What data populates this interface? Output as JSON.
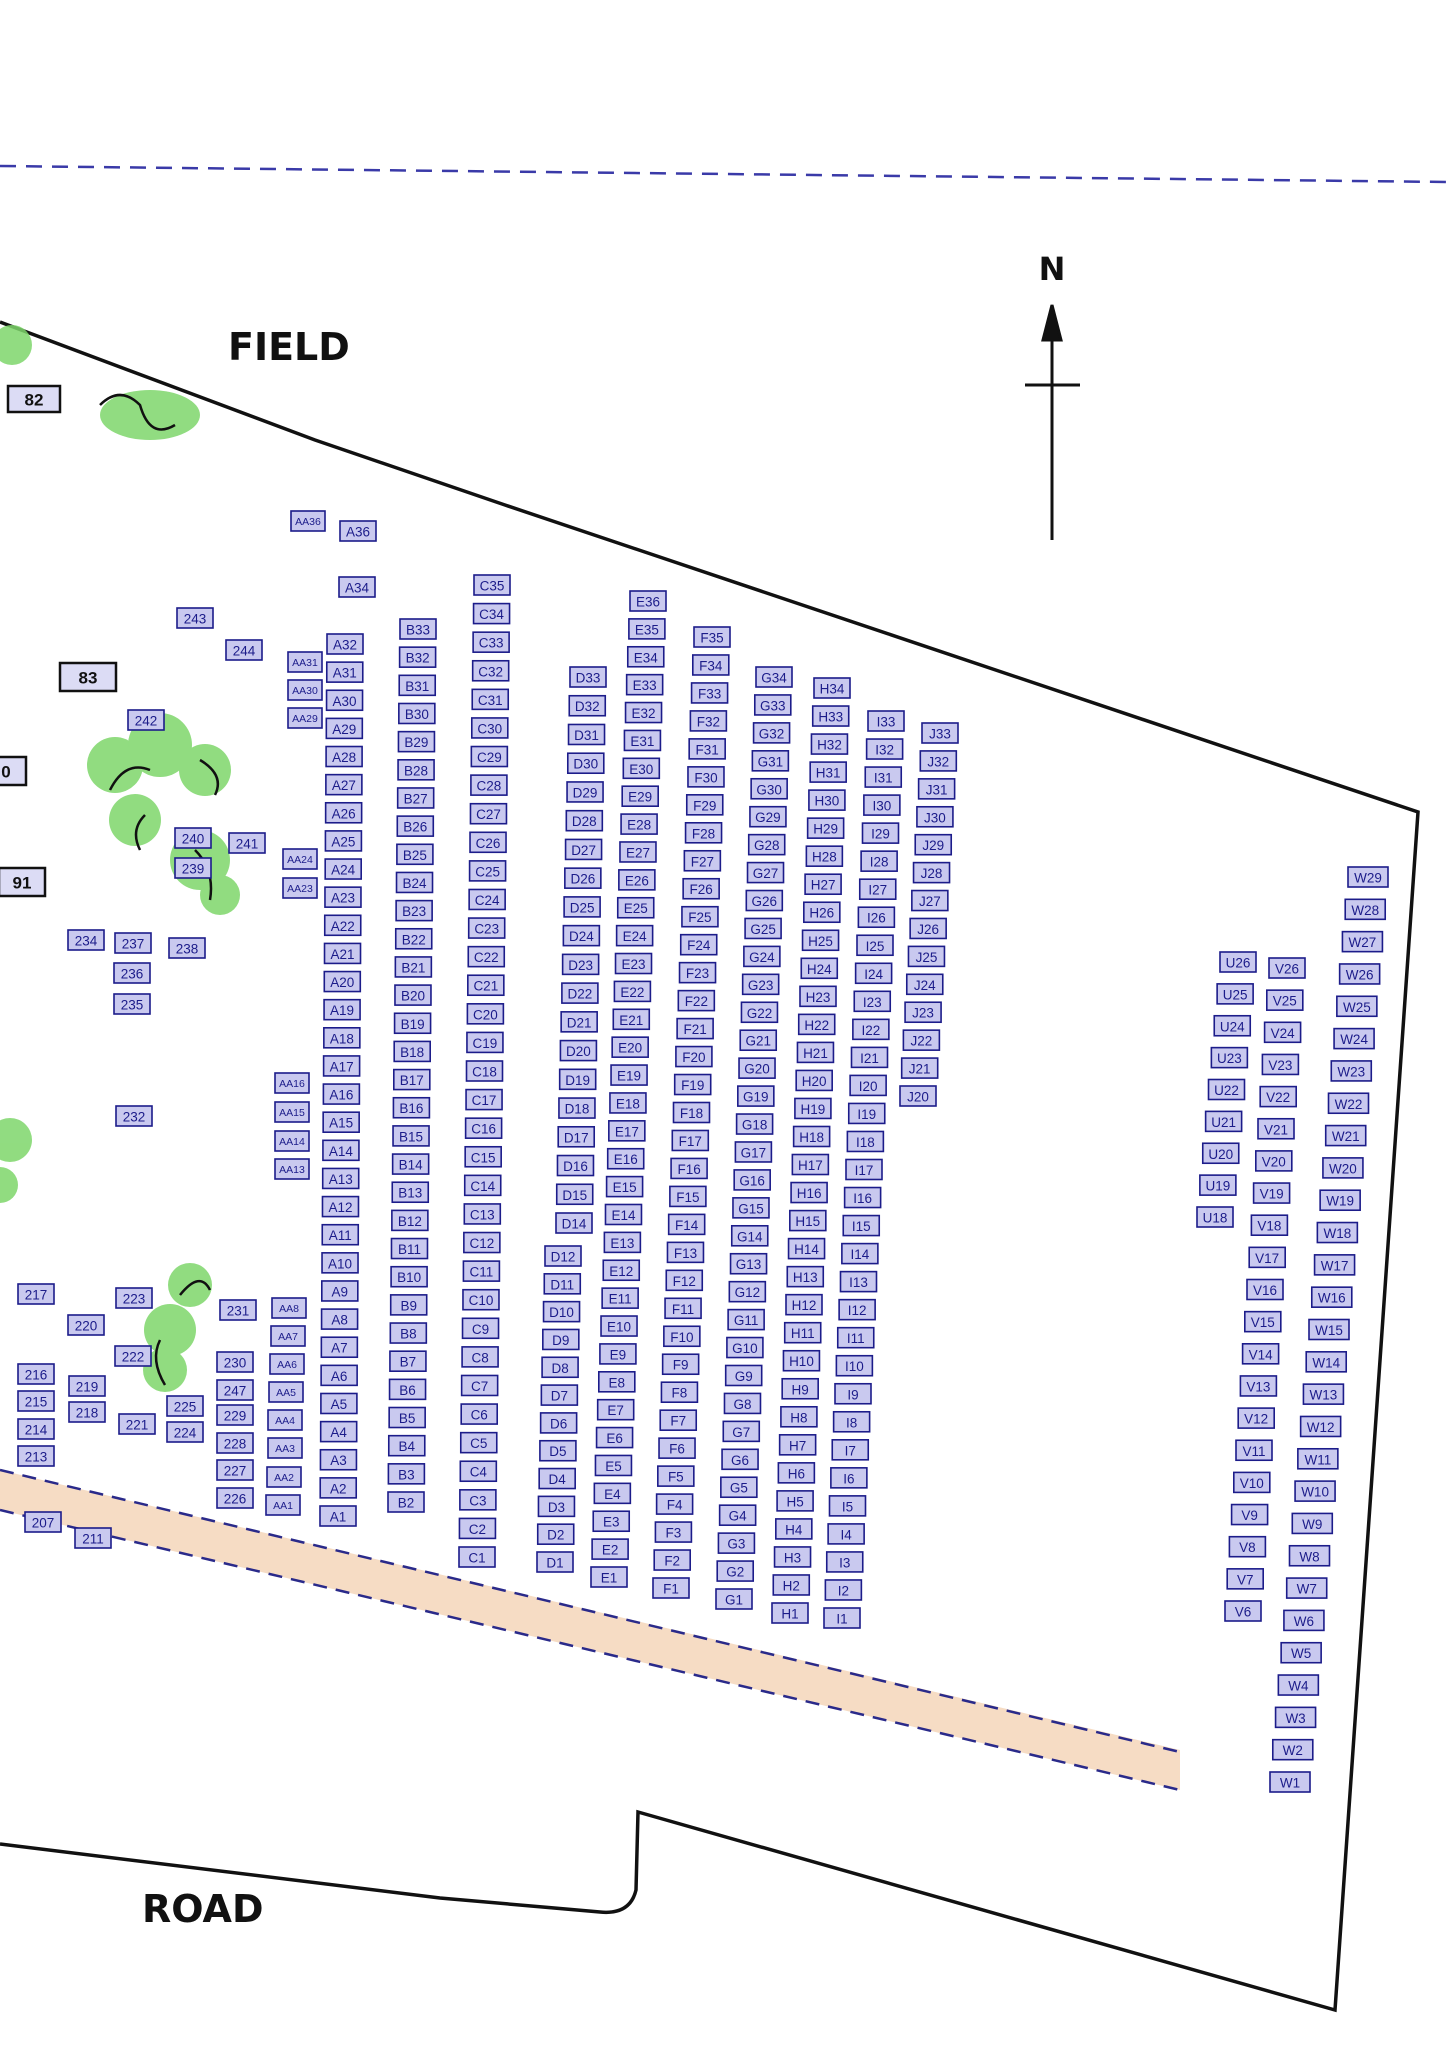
{
  "labels": {
    "field": "FIELD",
    "road": "ROAD",
    "north": "N"
  },
  "colors": {
    "plot_fill": "#c9c9ef",
    "plot_stroke": "#1c1c8a",
    "tree": "#7ed66b",
    "path": "#f6dcc4",
    "boundary": "#111111"
  },
  "icons": {
    "north_arrow": "north-arrow-icon",
    "tree": "tree-canopy-icon"
  },
  "big_numbers": [
    "82",
    "83",
    "0",
    "91"
  ],
  "singles": [
    "AA36",
    "A36",
    "A34",
    "243",
    "244",
    "AA31",
    "AA30",
    "AA29",
    "242",
    "240",
    "241",
    "239",
    "AA24",
    "AA23",
    "234",
    "237",
    "238",
    "236",
    "235",
    "AA16",
    "AA15",
    "AA14",
    "AA13",
    "232",
    "217",
    "220",
    "223",
    "231",
    "AA8",
    "AA7",
    "AA6",
    "AA5",
    "AA4",
    "AA3",
    "AA2",
    "AA1",
    "216",
    "215",
    "214",
    "213",
    "219",
    "218",
    "222",
    "221",
    "225",
    "224",
    "230",
    "247",
    "229",
    "228",
    "227",
    "226",
    "207",
    "211"
  ],
  "columns": [
    {
      "prefix": "A",
      "from": 1,
      "to": 32
    },
    {
      "prefix": "B",
      "from": 2,
      "to": 33
    },
    {
      "prefix": "C",
      "from": 1,
      "to": 35
    },
    {
      "prefix": "D",
      "from": 14,
      "to": 33
    },
    {
      "prefix": "D",
      "from": 1,
      "to": 12
    },
    {
      "prefix": "E",
      "from": 1,
      "to": 36
    },
    {
      "prefix": "F",
      "from": 1,
      "to": 35
    },
    {
      "prefix": "G",
      "from": 1,
      "to": 34
    },
    {
      "prefix": "H",
      "from": 1,
      "to": 34
    },
    {
      "prefix": "I",
      "from": 1,
      "to": 33
    },
    {
      "prefix": "J",
      "from": 20,
      "to": 33
    },
    {
      "prefix": "U",
      "from": 18,
      "to": 26
    },
    {
      "prefix": "V",
      "from": 6,
      "to": 26
    },
    {
      "prefix": "W",
      "from": 1,
      "to": 29
    }
  ]
}
